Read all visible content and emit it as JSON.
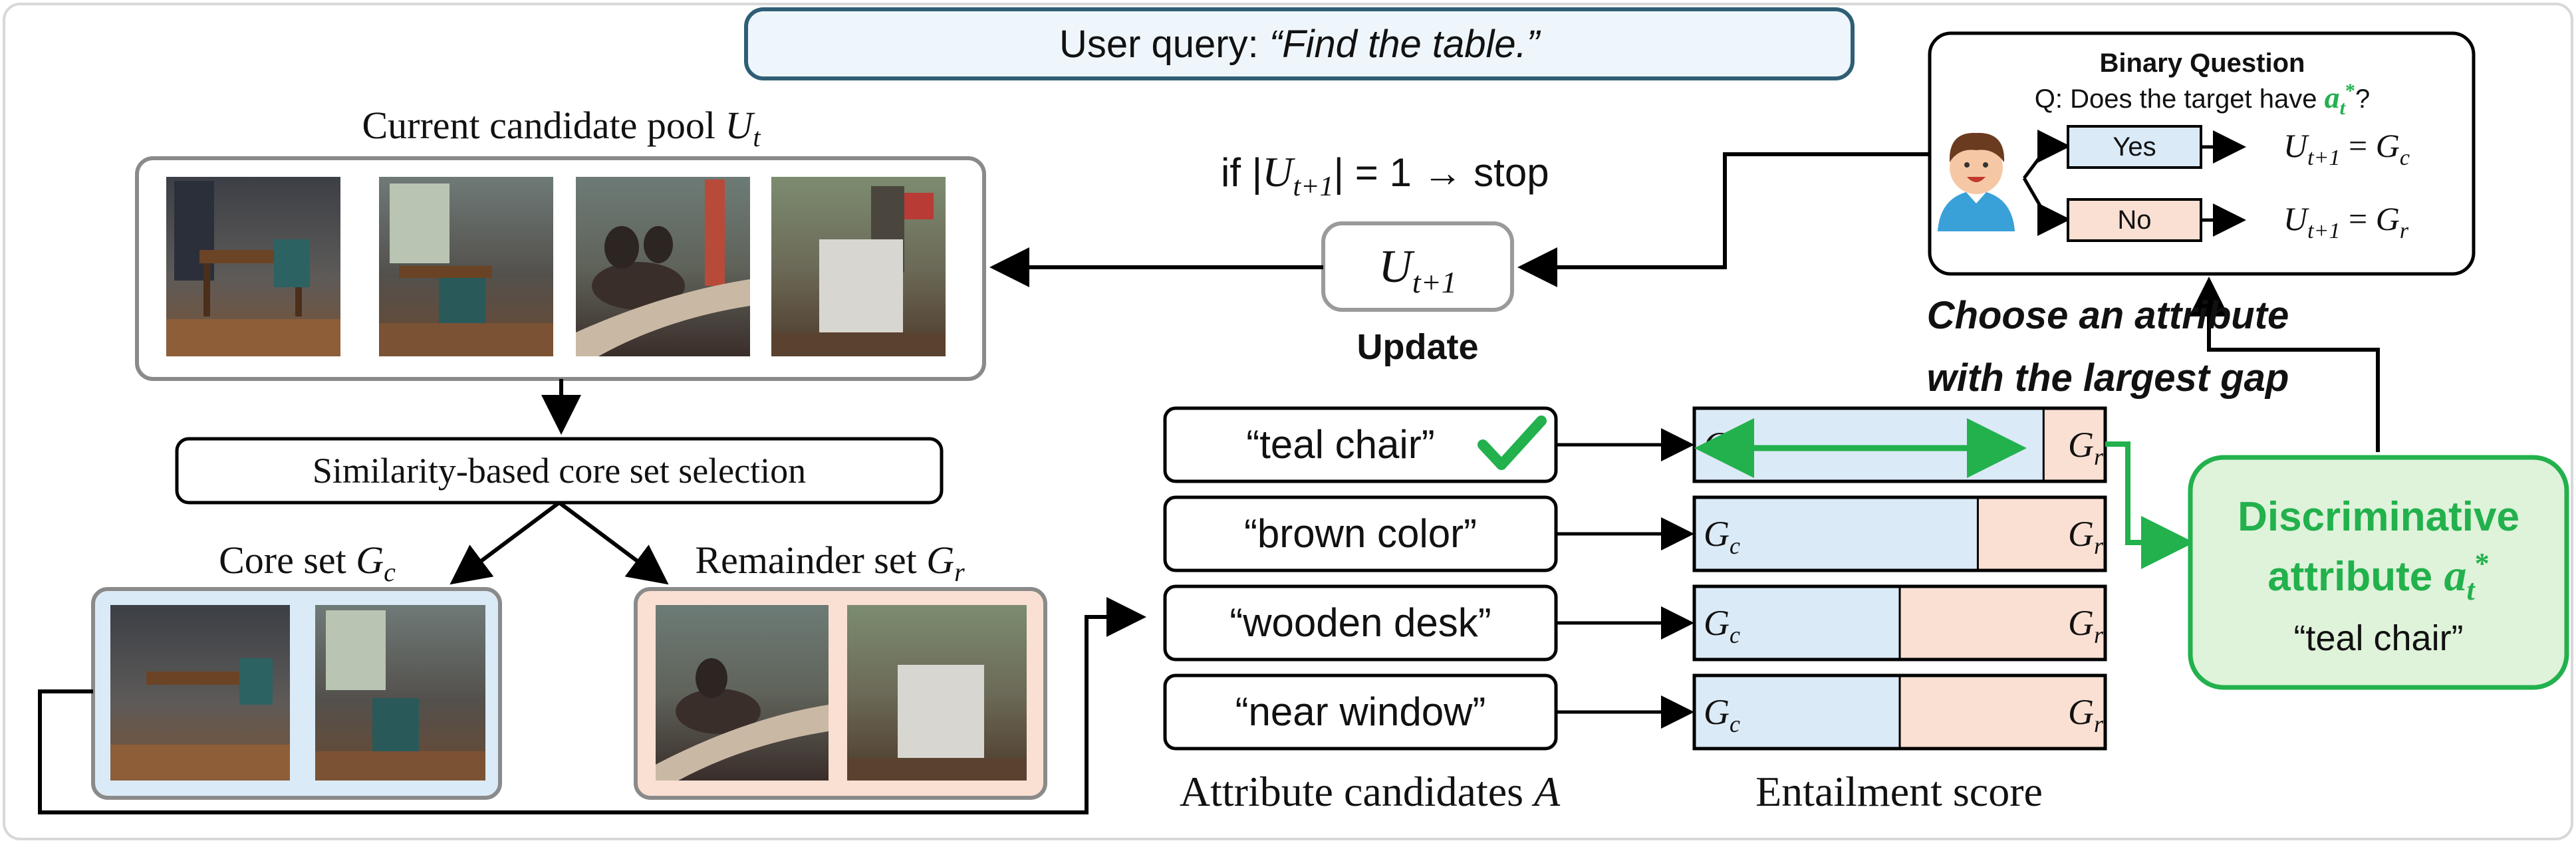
{
  "user_query": {
    "prefix": "User query: ",
    "quote": "“Find the table.”"
  },
  "candidate_pool": {
    "label": "Current candidate pool",
    "var": "U",
    "sub": "t"
  },
  "stop_rule": {
    "text_a": "if |",
    "var": "U",
    "sub": "t+1",
    "text_b": "| = 1",
    "text_c": "→ stop"
  },
  "update": {
    "var": "U",
    "sub": "t+1",
    "label": "Update"
  },
  "core_selection": {
    "label": "Similarity-based core set selection"
  },
  "core_set": {
    "label": "Core set",
    "var": "G",
    "sub": "c"
  },
  "remainder_set": {
    "label": "Remainder set",
    "var": "G",
    "sub": "r"
  },
  "binary_question": {
    "title": "Binary Question",
    "q_prefix": "Q: Does the target have",
    "attr_var": "a",
    "attr_sub": "t",
    "attr_sup": "*",
    "q_suffix": "?",
    "yes_label": "Yes",
    "no_label": "No",
    "yes_result_var": "U",
    "yes_result_sub": "t+1",
    "yes_result_eq": "=",
    "yes_result_rhs": "G",
    "yes_result_rhs_sub": "c",
    "no_result_var": "U",
    "no_result_sub": "t+1",
    "no_result_eq": "=",
    "no_result_rhs": "G",
    "no_result_rhs_sub": "r"
  },
  "choose": {
    "line1": "Choose an attribute",
    "line2": "with the largest gap"
  },
  "attributes": [
    {
      "text": "“teal chair”",
      "checked": true,
      "score_core_fraction": 0.85
    },
    {
      "text": "“brown color”",
      "checked": false,
      "score_core_fraction": 0.69
    },
    {
      "text": "“wooden desk”",
      "checked": false,
      "score_core_fraction": 0.5
    },
    {
      "text": "“near window”",
      "checked": false,
      "score_core_fraction": 0.5
    }
  ],
  "score_labels": {
    "core_var": "G",
    "core_sub": "c",
    "rem_var": "G",
    "rem_sub": "r"
  },
  "attribute_candidates": {
    "label": "Attribute candidates",
    "var": "A"
  },
  "entailment": {
    "label": "Entailment score"
  },
  "discriminative": {
    "line1": "Discriminative",
    "line2": "attribute",
    "var": "a",
    "sub": "t",
    "sup": "*",
    "value": "“teal chair”"
  },
  "colors": {
    "core_fill": "#dbeaf7",
    "remainder_fill": "#fae0d3",
    "green": "#22b14c",
    "green_fill": "#dff2da",
    "query_border": "#2f5e75",
    "query_fill": "#eef6fb",
    "frame_border": "#cfcfcf"
  }
}
